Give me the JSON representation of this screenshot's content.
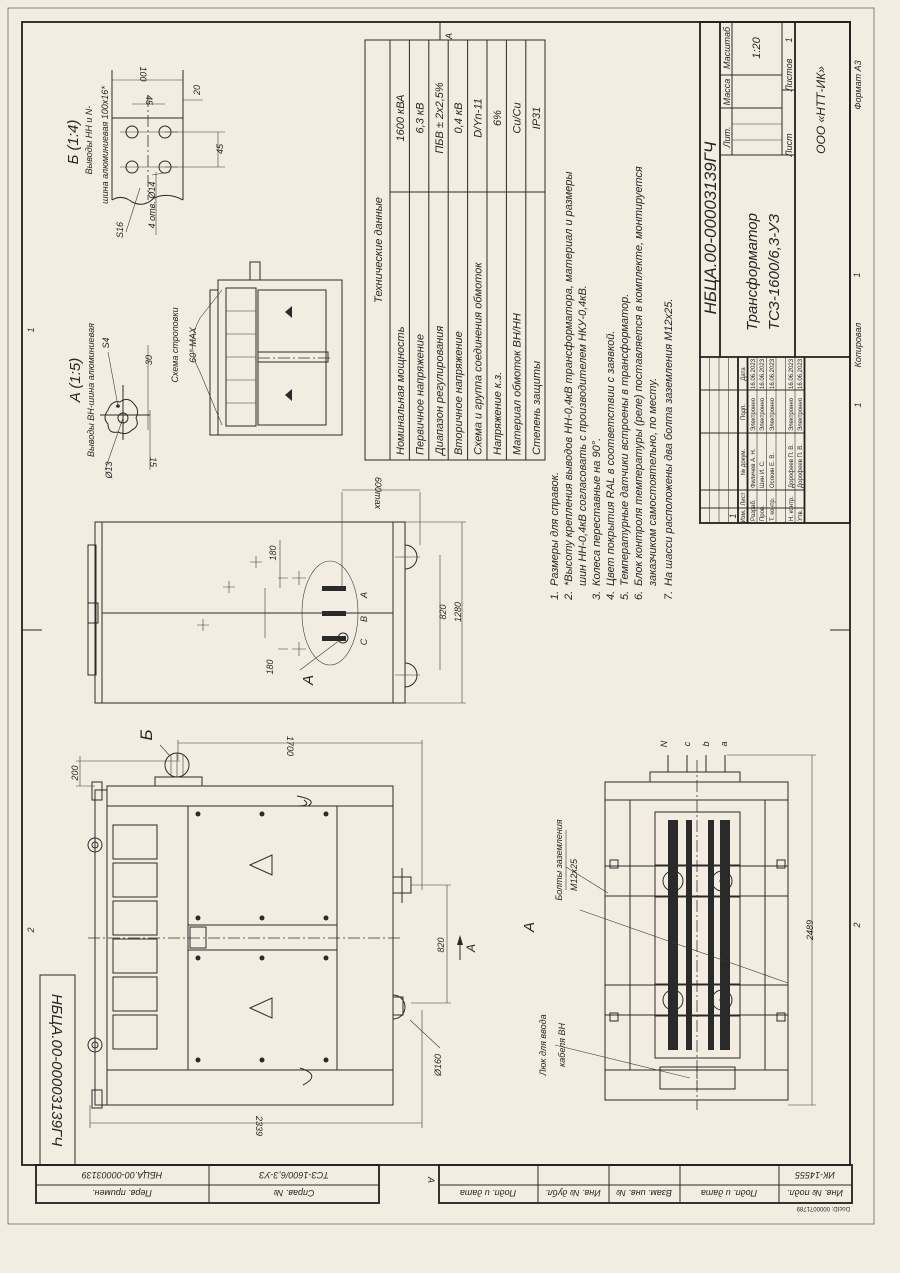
{
  "colors": {
    "paper": "#f2ede0",
    "ink": "#2a2a2a"
  },
  "zones": {
    "top_1": "1",
    "top_2": "2",
    "bottom_1": "1",
    "bottom_2": "2",
    "a_top": "A",
    "a_strip": "A"
  },
  "stamp": {
    "designation_rotated": "НБЦА.00-00003139ГЧ"
  },
  "front_view": {
    "dim_200": "200",
    "dim_1700": "1700",
    "dim_2339": "2339",
    "dim_820": "820",
    "dia_160": "Ø160",
    "view_b_label": "Б",
    "arrow_a": "A"
  },
  "side_view": {
    "dim_600max": "600max",
    "dim_180_top": "180",
    "dim_180_bottom": "180",
    "dim_820": "820",
    "dim_1280": "1280",
    "section_a": "A",
    "phase_c": "C",
    "phase_b": "B",
    "phase_a": "A"
  },
  "plan_view": {
    "title": "A",
    "ground_bolts": "Болты заземления",
    "ground_bolts_size": "M12x25",
    "hatch_line1": "Люк для ввода",
    "hatch_line2": "кабеля ВН",
    "dim_2489": "2489",
    "terminals": [
      "N",
      "c",
      "b",
      "a"
    ]
  },
  "detail_a": {
    "title": "A (1:5)",
    "subtitle": "Выводы ВН-шина алюминиевая",
    "dia_13": "Ø13",
    "s4": "S4",
    "dim_30": "30",
    "dim_15": "15",
    "sling_title": "Схема строповки",
    "sling_angle": "60° MAX"
  },
  "detail_b": {
    "title": "Б (1:4)",
    "subtitle1": "Выводы НН и N-",
    "subtitle2": "шина алюминиевая 100x16*",
    "dim_100": "100",
    "dim_45_a": "45",
    "dim_20": "20",
    "dim_45_b": "45",
    "s16": "S16",
    "holes": "4 отв. Ø14"
  },
  "tech_table": {
    "title": "Технические данные",
    "rows": [
      {
        "label": "Номинальная мощность",
        "value": "1600 кВА"
      },
      {
        "label": "Первичное напряжение",
        "value": "6,3 кВ"
      },
      {
        "label": "Диапазон регулирования",
        "value": "ПБВ ± 2x2,5%"
      },
      {
        "label": "Вторичное напряжение",
        "value": "0,4 кВ"
      },
      {
        "label": "Схема и группа соединения обмоток",
        "value": "D/Yn-11"
      },
      {
        "label": "Напряжение к.з.",
        "value": "6%"
      },
      {
        "label": "Материал обмоток ВН/НН",
        "value": "Cu/Cu"
      },
      {
        "label": "Степень защиты",
        "value": "IP31"
      }
    ]
  },
  "notes": [
    {
      "num": "1.",
      "text": "Размеры для справок."
    },
    {
      "num": "2.",
      "text": "*Высоту крепления выводов НН-0,4кВ трансформатора, материал и размеры"
    },
    {
      "num": "",
      "text": "шин НН-0,4кВ согласовать с производителем НКУ-0,4кВ."
    },
    {
      "num": "3.",
      "text": "Колеса переставные на 90°."
    },
    {
      "num": "4.",
      "text": "Цвет покрытия RAL в соответствии с заявкой."
    },
    {
      "num": "5.",
      "text": "Температурные датчики встроены в трансформатор."
    },
    {
      "num": "6.",
      "text": "Блок контроля температуры (реле) поставляется в комплекте, монтируется"
    },
    {
      "num": "",
      "text": "заказчиком самостоятельно, по месту."
    },
    {
      "num": "7.",
      "text": "На шасси расположены два болта заземления М12х25."
    }
  ],
  "title_block": {
    "designation": "НБЦА.00-00003139ГЧ",
    "name_line1": "Трансформатор",
    "name_line2": "ТСЗ-1600/6,3-УЗ",
    "lit": "Лит.",
    "mass": "Масса",
    "scale_label": "Масштаб",
    "scale": "1:20",
    "sheet": "Лист",
    "sheets": "Листов",
    "sheets_value": "1",
    "org": "ООО «НТТ-ИК»",
    "copied": "Копировал",
    "copied_num": "1",
    "format": "Формат А3",
    "change_row_num": "1",
    "headers": [
      "Изм.",
      "Лист",
      "№ докум.",
      "Подп.",
      "Дата"
    ],
    "people": [
      {
        "role": "Разраб.",
        "name": "Филичев А. Н.",
        "sign": "Электронно",
        "date": "16.06.2023"
      },
      {
        "role": "Пров.",
        "name": "Шин И. С.",
        "sign": "Электронно",
        "date": "16.06.2023"
      },
      {
        "role": "Т. контр.",
        "name": "Осокин Е. В.",
        "sign": "Электронно",
        "date": "16.06.2023"
      },
      {
        "role": "Н. контр.",
        "name": "Дорофеев П. В.",
        "sign": "Электронно",
        "date": "16.06.2023"
      },
      {
        "role": "Утв.",
        "name": "Дорофеев П. В.",
        "sign": "Электронно",
        "date": "16.06.2023"
      }
    ]
  },
  "side_strip": {
    "cells": [
      {
        "label": "Перв. примен.",
        "value": "НБЦА.00-00003139"
      },
      {
        "label": "Справ. №",
        "value": "ТСЗ-1600/6,3-УЗ"
      },
      {
        "label": "Подп. и дата",
        "value": ""
      },
      {
        "label": "Инв. № дубл.",
        "value": ""
      },
      {
        "label": "Взам. инв. №",
        "value": ""
      },
      {
        "label": "Подп. и дата",
        "value": ""
      },
      {
        "label": "Инв. № подл.",
        "value": "ИК-14555"
      }
    ],
    "doc_id": "DocID: 0000071789"
  }
}
